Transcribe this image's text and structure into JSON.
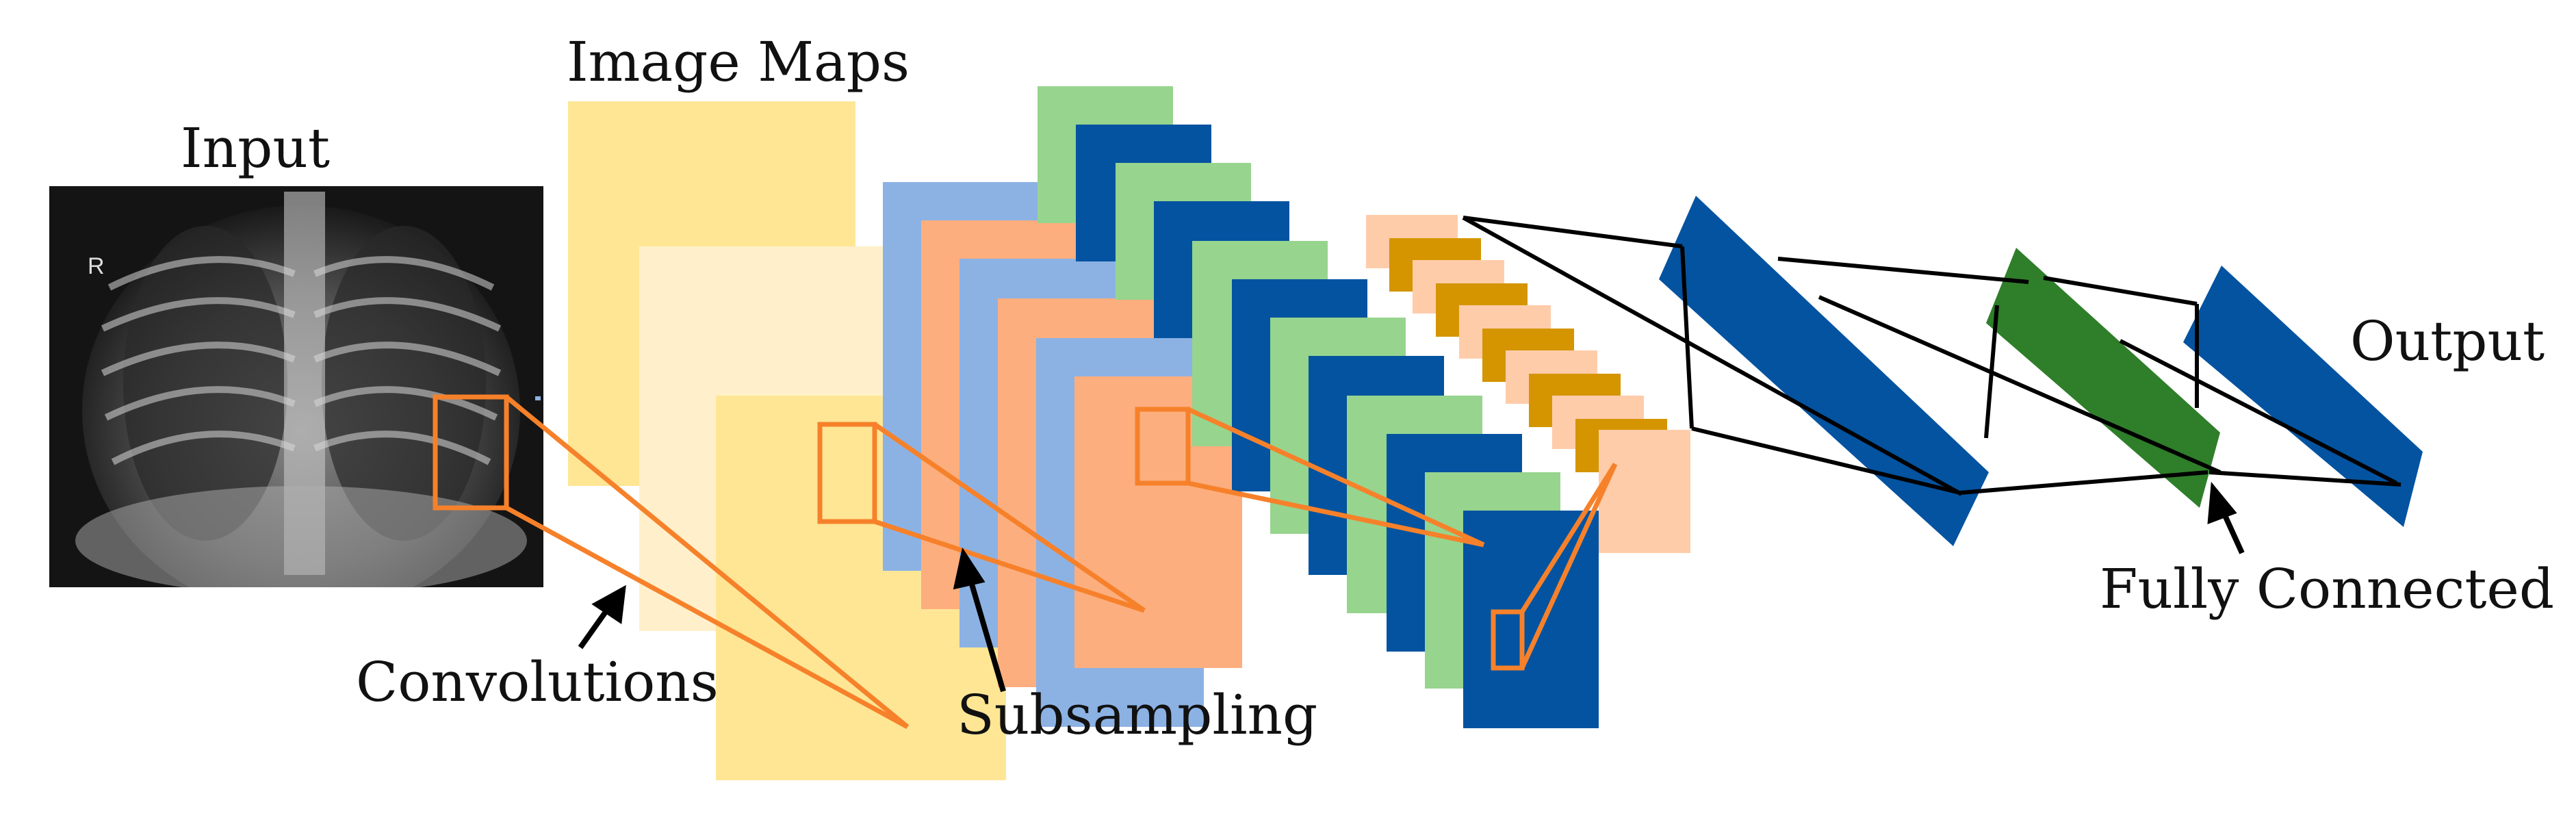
{
  "labels": {
    "input": "Input",
    "image_maps": "Image Maps",
    "convolutions": "Convolutions",
    "subsampling": "Subsampling",
    "fully_connected": "Fully Connected",
    "output": "Output",
    "xray_marker": "R"
  },
  "colors": {
    "yellow": "#FEE695",
    "yellow_light": "#FFF0CB",
    "salmon": "#FCAE7E",
    "blue_light": "#8CB2E4",
    "green": "#97D48E",
    "blue_dark": "#0353A0",
    "peach": "#FFCCAA",
    "gold": "#D49500",
    "fc_green": "#2F7E2A",
    "orange": "#F6812A",
    "line": "#000000",
    "xray_dark": "#141414"
  }
}
